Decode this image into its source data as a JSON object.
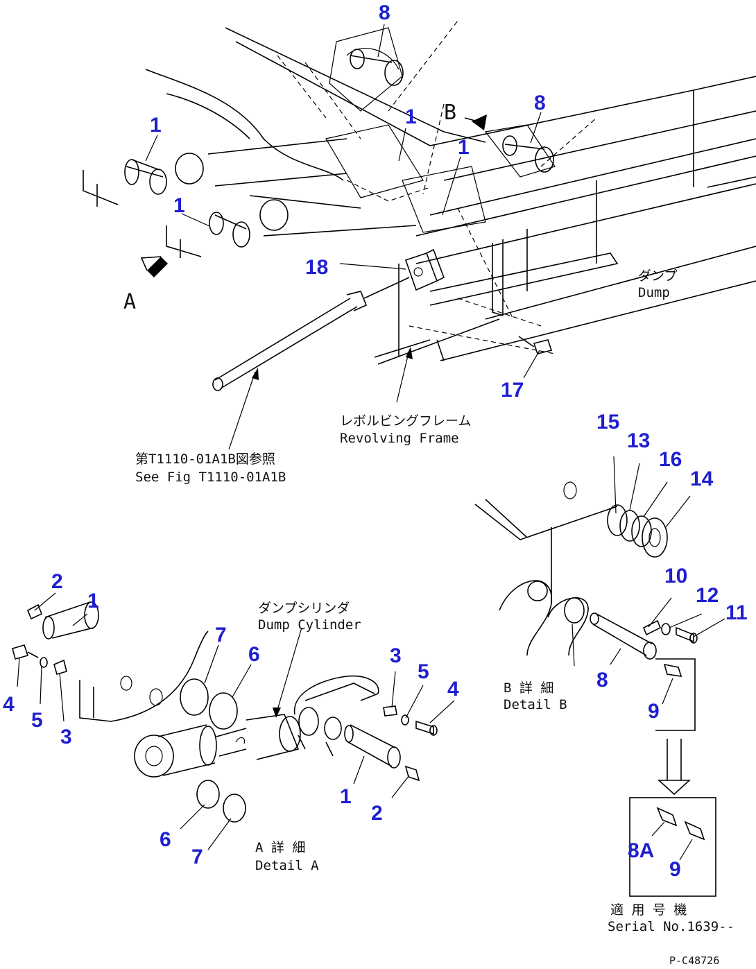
{
  "labels": {
    "view_a": "A",
    "view_b": "B",
    "dump_jp": "ダンプ",
    "dump_en": "Dump",
    "revolving_frame_jp": "レボルビングフレーム",
    "revolving_frame_en": "Revolving Frame",
    "see_fig_jp": "第T1110-01A1B図参照",
    "see_fig_en": "See Fig T1110-01A1B",
    "dump_cylinder_jp": "ダンプシリンダ",
    "dump_cylinder_en": "Dump Cylinder",
    "detail_a_jp": "A 詳 細",
    "detail_a_en": "Detail A",
    "detail_b_jp": "B 詳 細",
    "detail_b_en": "Detail B",
    "serial_jp": "適 用 号 機",
    "serial_en": "Serial No.1639--",
    "drawing_code": "P-C48726"
  },
  "callouts": {
    "top_8a": "8",
    "top_8b": "8",
    "top_1a": "1",
    "top_1b": "1",
    "top_1c": "1",
    "top_1d": "1",
    "top_18": "18",
    "top_17": "17",
    "b_15": "15",
    "b_13": "13",
    "b_16": "16",
    "b_14": "14",
    "b_10": "10",
    "b_12": "12",
    "b_11": "11",
    "b_8": "8",
    "b_9": "9",
    "b_8a": "8A",
    "b_9b": "9",
    "a_2a": "2",
    "a_1a": "1",
    "a_4a": "4",
    "a_5a": "5",
    "a_3a": "3",
    "a_7a": "7",
    "a_6a": "6",
    "a_3b": "3",
    "a_5b": "5",
    "a_4b": "4",
    "a_1b": "1",
    "a_2b": "2",
    "a_6b": "6",
    "a_7b": "7"
  }
}
